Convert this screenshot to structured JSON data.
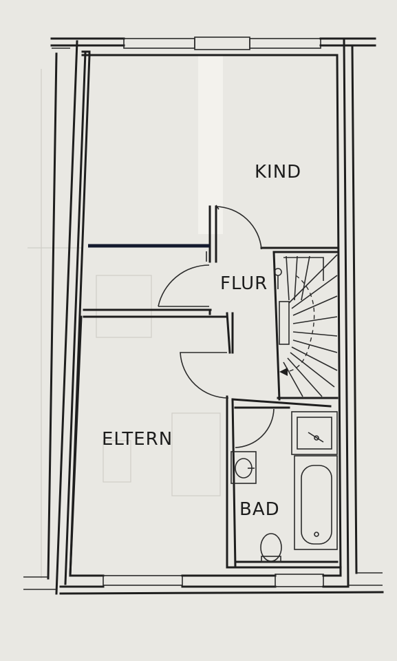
{
  "rooms": {
    "kind": "KIND",
    "flur": "FLUR",
    "eltern": "ELTERN",
    "bad": "BAD"
  },
  "colors": {
    "paper": "#e9e8e3",
    "ink": "#1e1e1e",
    "accent_bar": "#141a2e"
  }
}
